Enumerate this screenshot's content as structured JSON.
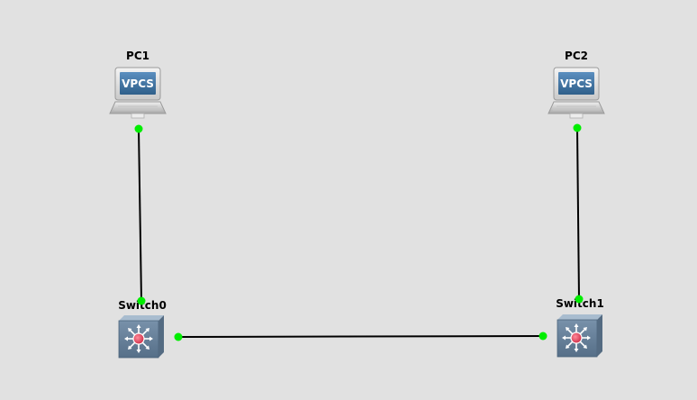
{
  "topology": {
    "nodes": [
      {
        "id": "pc1",
        "label": "PC1",
        "type": "vpcs",
        "icon": "vpcs-pc-icon",
        "screen_text": "VPCS"
      },
      {
        "id": "pc2",
        "label": "PC2",
        "type": "vpcs",
        "icon": "vpcs-pc-icon",
        "screen_text": "VPCS"
      },
      {
        "id": "switch0",
        "label": "Switch0",
        "type": "multilayer-switch",
        "icon": "multilayer-switch-icon"
      },
      {
        "id": "switch1",
        "label": "Switch1",
        "type": "multilayer-switch",
        "icon": "multilayer-switch-icon"
      }
    ],
    "links": [
      {
        "from": "pc1",
        "to": "switch0",
        "status": "up"
      },
      {
        "from": "pc2",
        "to": "switch1",
        "status": "up"
      },
      {
        "from": "switch0",
        "to": "switch1",
        "status": "up"
      }
    ]
  },
  "colors": {
    "background": "#e1e1e1",
    "link": "#000000",
    "port_up": "#00ee00",
    "switch_body": "#6f8aa5",
    "switch_center": "#e0405a",
    "vpcs_screen": "#3c6e9a"
  }
}
